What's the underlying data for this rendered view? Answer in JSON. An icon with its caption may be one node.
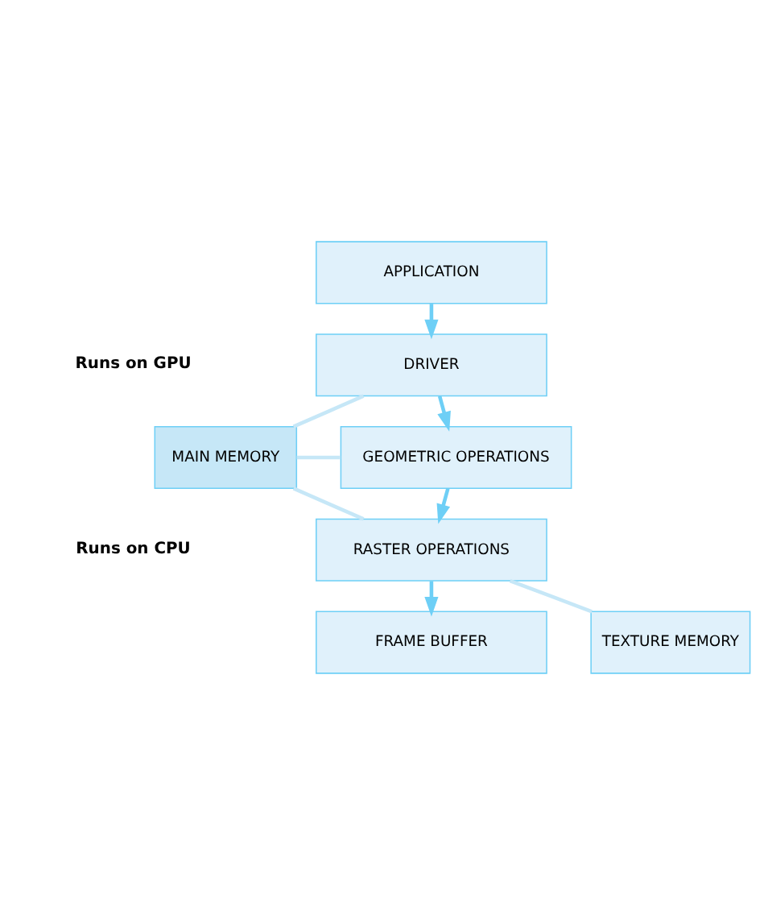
{
  "diagram": {
    "nodes": [
      {
        "text": [
          "APPLICATION"
        ]
      },
      {
        "text": [
          "DRIVER"
        ]
      },
      {
        "text": [
          "GEOMETRIC OPERATIONS"
        ]
      },
      {
        "text": [
          "RASTER OPERATIONS"
        ]
      },
      {
        "text": [
          "FRAME BUFFER"
        ]
      },
      {
        "text": [
          "MAIN MEMORY"
        ]
      },
      {
        "text": [
          "TEXTURE MEMORY"
        ]
      }
    ],
    "edges": [
      {
        "from": 0,
        "to": 1,
        "arrow": "to"
      },
      {
        "from": 1,
        "to": 2,
        "arrow": "to"
      },
      {
        "from": 2,
        "to": 3,
        "arrow": "to"
      },
      {
        "from": 3,
        "to": 4,
        "arrow": "to"
      },
      {
        "from": 1,
        "to": 5,
        "arrow": "none",
        "color": "#c6e7f7"
      },
      {
        "from": 2,
        "to": 5,
        "arrow": "none",
        "color": "#c6e7f7"
      },
      {
        "from": 3,
        "to": 5,
        "arrow": "none",
        "color": "#c6e7f7"
      },
      {
        "from": 3,
        "to": 6,
        "arrow": "none",
        "color": "#c6e7f7"
      }
    ],
    "labels": [
      "Runs on GPU",
      "Runs on CPU"
    ]
  }
}
